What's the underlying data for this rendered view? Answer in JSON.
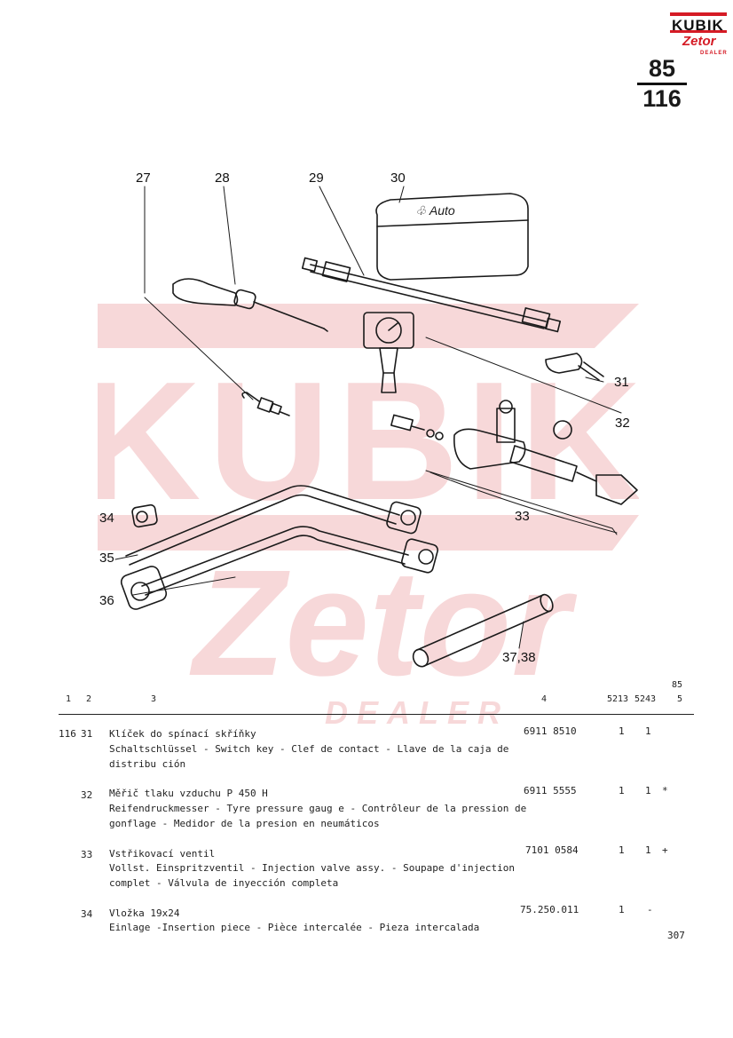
{
  "logo": {
    "brand": "KUBIK",
    "mark": "Zetor",
    "tag": "DEALER"
  },
  "page_number": {
    "top": "85",
    "bottom": "116"
  },
  "watermark": {
    "brand": "KUBIK",
    "mark": "Zetor",
    "tag": "DEALER"
  },
  "callouts": [
    "27",
    "28",
    "29",
    "30",
    "31",
    "32",
    "33",
    "34",
    "35",
    "36",
    "37,38"
  ],
  "table": {
    "headers": {
      "c1": "1",
      "c2": "2",
      "c3": "3",
      "c4": "4",
      "c5a": "5213",
      "c5b": "5243",
      "c6top": "85",
      "c6": "5"
    },
    "rows": [
      {
        "fig": "116",
        "pos": "31",
        "line1": "Klíček do spínací skříňky",
        "line2": "Schaltschlüssel - Switch key - Clef de contact - Llave de la caja de",
        "line3": "distribu ción",
        "part": "6911 8510",
        "q1": "1",
        "q2": "1",
        "mark": ""
      },
      {
        "fig": "",
        "pos": "32",
        "line1": "Měřič tlaku vzduchu P 450 H",
        "line2": "Reifendruckmesser - Tyre pressure gaug e - Contrôleur de la pression de",
        "line3": "gonflage - Medidor de la presion en neumáticos",
        "part": "6911 5555",
        "q1": "1",
        "q2": "1",
        "mark": "*"
      },
      {
        "fig": "",
        "pos": "33",
        "line1": "Vstřikovací ventil",
        "line2": "Vollst. Einspritzventil - Injection valve assy. - Soupape d'injection",
        "line3": "complet - Válvula de inyección completa",
        "part": "7101 0584",
        "q1": "1",
        "q2": "1",
        "mark": "+"
      },
      {
        "fig": "",
        "pos": "34",
        "line1": "Vložka 19x24",
        "line2": "Einlage -Insertion piece - Pièce intercalée - Pieza intercalada",
        "line3": "",
        "part": "75.250.011",
        "q1": "1",
        "q2": "-",
        "mark": ""
      }
    ]
  },
  "footer": {
    "page": "307"
  },
  "colors": {
    "brand_red": "#d51b25",
    "watermark_red": "#f7d8d9",
    "ink": "#1a1a1a"
  }
}
